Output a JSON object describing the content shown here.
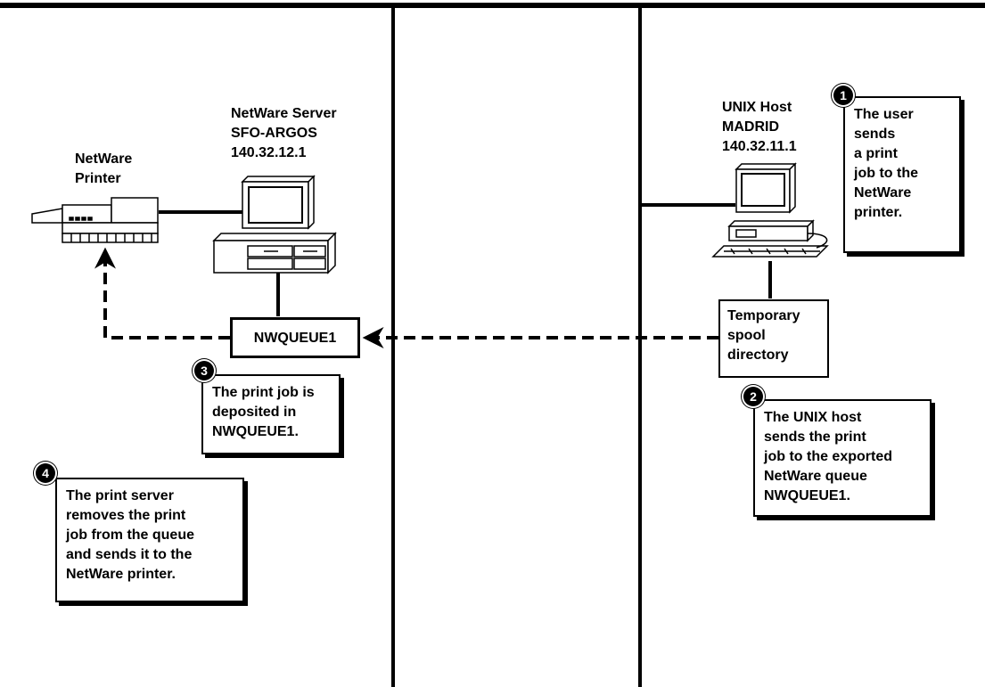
{
  "netware_printer": {
    "lines": [
      "NetWare",
      "Printer"
    ]
  },
  "netware_server": {
    "lines": [
      "NetWare Server",
      "SFO-ARGOS",
      "140.32.12.1"
    ]
  },
  "unix_host": {
    "lines": [
      "UNIX Host",
      "MADRID",
      "140.32.11.1"
    ]
  },
  "queue": {
    "label": "NWQUEUE1"
  },
  "spool": {
    "lines": [
      "Temporary",
      "spool",
      "directory"
    ]
  },
  "steps": [
    {
      "number": "1",
      "lines": [
        "The user",
        "sends",
        "a print",
        "job to the",
        "NetWare",
        "printer."
      ]
    },
    {
      "number": "2",
      "lines": [
        "The UNIX host",
        "sends the print",
        "job to the exported",
        "NetWare queue",
        "NWQUEUE1."
      ]
    },
    {
      "number": "3",
      "lines": [
        "The print job is",
        "deposited in",
        "NWQUEUE1."
      ]
    },
    {
      "number": "4",
      "lines": [
        "The print server",
        "removes the print",
        "job from the queue",
        "and sends it to the",
        "NetWare printer."
      ]
    }
  ]
}
